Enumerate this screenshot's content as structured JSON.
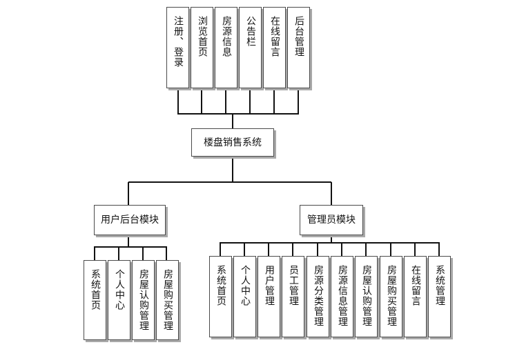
{
  "top_modules": [
    "注册、登录",
    "浏览首页",
    "房源信息",
    "公告栏",
    "在线留言",
    "后台管理"
  ],
  "root": "楼盘销售系统",
  "user_module": {
    "title": "用户后台模块",
    "items": [
      "系统首页",
      "个人中心",
      "房屋认购管理",
      "房屋购买管理"
    ]
  },
  "admin_module": {
    "title": "管理员模块",
    "items": [
      "系统首页",
      "个人中心",
      "用户管理",
      "员工管理",
      "房源分类管理",
      "房源信息管理",
      "房屋认购管理",
      "房屋购买管理",
      "在线留言",
      "系统管理"
    ]
  }
}
